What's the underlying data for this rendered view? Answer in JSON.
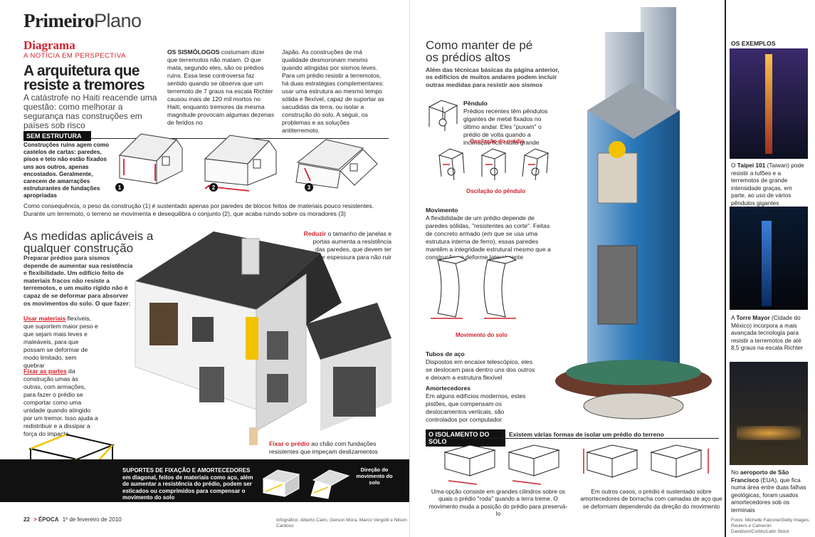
{
  "header": {
    "section_bold": "Primeiro",
    "section_light": "Plano",
    "diagram": "Diagrama",
    "perspective": "A NOTÍCIA EM PERSPECTIVA"
  },
  "headline": {
    "title1": "A arquitetura que",
    "title2": "resiste a tremores",
    "lead": "A catástrofe no Haiti reacende uma questão: como melhorar a segurança nas construções em países sob risco"
  },
  "intro": {
    "col1_lead": "OS SISMÓLOGOS",
    "col1": " costumam dizer que terremotos não matam. O que mata, segundo eles, são os prédios ruins. Essa tese controversa faz sentido quando se observa que um terremoto de 7 graus na escala Richter causou mais de 120 mil mortos no Haiti, enquanto tremores da mesma magnitude provocam algumas dezenas de feridos no",
    "col2": "Japão. As construções de má qualidade desmoronam mesmo quando atingidas por sismos leves. Para um prédio resistir a terremotos, há duas estratégias complementares: usar uma estrutura ao mesmo tempo sólida e flexível, capaz de suportar as sacudidas da terra, ou isolar a construção do solo. A seguir, os problemas e as soluções antiterremoto."
  },
  "sem_estrutura": {
    "bar": "SEM ESTRUTURA",
    "text": "Construções ruins agem como castelos de cartas: paredes, pisos e teto não estão fixados uns aos outros, apenas encostados. Geralmente, carecem de amarrações estruturantes de fundações apropriadas",
    "steps": [
      "1",
      "2",
      "3"
    ],
    "consequence": "Como consequência, o peso da construção (1) é sustentado apenas por paredes de blocos feitos de materiais pouco resistentes. Durante um terremoto, o terreno se movimenta e desequilibra o conjunto (2), que acaba ruindo sobre os moradores (3)"
  },
  "medidas": {
    "title1": "As medidas aplicáveis a",
    "title2": "qualquer construção",
    "intro": "Preparar prédios para sismos depende de aumentar sua resistência e flexibilidade. Um edifício feito de materiais fracos não resiste a terremotos, e um muito rígido não é capaz de se deformar para absorver os movimentos do solo. O que fazer:",
    "reduzir_h": "Reduzir",
    "reduzir": " o tamanho de janelas e portas aumenta a resistência das paredes, que devem ter maior espessura para não ruir",
    "usar_h": "Usar materiais",
    "usar": " flexíveis, que suportem maior peso e que sejam mais leves e maleáveis, para que possam se deformar de modo limitado, sem quebrar",
    "fixar_h": "Fixar as partes",
    "fixar": " da construção umas às outras, com armações, para fazer o prédio se comportar como uma unidade quando atingido por um tremor. Isso ajuda a redistribuir e a dissipar a força do impacto",
    "fixarp_h": "Fixar o prédio",
    "fixarp": " ao chão com fundações resistentes que impeçam deslizamentos"
  },
  "suportes": {
    "text": "SUPORTES DE FIXAÇÃO E AMORTECEDORES em diagonal, feitos de materiais como aço, além de aumentar a resistência do prédio, podem ser esticados ou comprimidos para compensar o movimento do solo",
    "direcao": "Direção do movimento do solo"
  },
  "footer_left": {
    "page": "22",
    "pub": "ÉPOCA",
    "date": "1º de fevereiro de 2010",
    "credits": "Infográfico: Alberto Cairo, Gerson Mora, Marco Vergotti e Nilson Cardoso"
  },
  "right": {
    "title1": "Como manter de pé",
    "title2": "os prédios altos",
    "sub": "Além das técnicas básicas da página anterior, os edifícios de muitos andares podem incluir outras medidas para resistir aos sismos",
    "pendulo_h": "Pêndulo",
    "pendulo": "Prédios recentes têm pêndulos gigantes de metal fixados no último andar. Eles \"puxam\" o prédio de volta quando a inclinação fica muito grande",
    "osc_predio": "Oscilação do prédio",
    "osc_pendulo": "Oscilação do pêndulo",
    "movimento_h": "Movimento",
    "movimento": "A flexibilidade de um prédio depende de paredes sólidas, \"resistentes ao corte\". Feitas de concreto armado (em que se usa uma estrutura interna de ferro), essas paredes mantêm a integridade estrutural mesmo que a construção se deforme lateralmente",
    "mov_solo": "Movimento do solo",
    "tubos_h": "Tubos de aço",
    "tubos": "Dispostos em encaixe telescópico, eles se deslocam para dentro uns dos outros e deixam a estrutura flexível",
    "amort_h": "Amortecedores",
    "amort": "Em alguns edifícios modernos, estes pistões, que compensam os deslocamentos verticais, são controlados por computador",
    "isol_bar": "O ISOLAMENTO DO SOLO",
    "isol_sub": "Existem várias formas de isolar um prédio do terreno",
    "isol_cap1": "Uma opção consiste em grandes cilindros sobre os quais o prédio \"roda\" quando a terra treme. O movimento muda a posição do prédio para preservá-lo",
    "isol_cap2": "Em outros casos, o prédio é sustentado sobre amortecedores de borracha com camadas de aço que se deformam dependendo da direção do movimento"
  },
  "exemplos": {
    "title": "OS EXEMPLOS",
    "ex1_pre": "O ",
    "ex1_b": "Taipei 101",
    "ex1": " (Taiwan) pode resistir a tufões e a terremotos de grande intensidade graças, em parte, ao uso de vários pêndulos gigantes",
    "ex2_pre": "A ",
    "ex2_b": "Torre Mayor",
    "ex2": " (Cidade do México) incorpora a mais avançada tecnologia para resistir a terremotos de até 8,5 graus na escala Richter",
    "ex3_pre": "No ",
    "ex3_b": "aeroporto de São Francisco",
    "ex3": " (EUA), que fica numa área entre duas falhas geológicas, foram usados amortecedores sob os terminais",
    "credits": "Fotos: Michelle Falzone/Getty Images, Reuters e Cameron Davidson/Corbis/Latin Stock"
  },
  "colors": {
    "accent": "#d3202a",
    "tower_blue": "#2a78b8",
    "dark": "#111111"
  }
}
